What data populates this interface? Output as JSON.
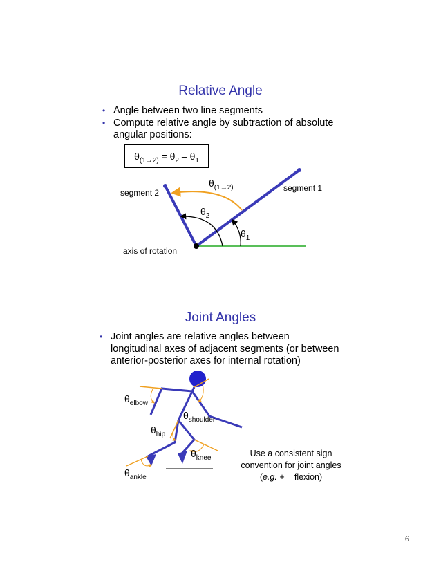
{
  "section1": {
    "title": "Relative Angle",
    "bullets": [
      "Angle between two line segments",
      "Compute relative angle by subtraction of absolute angular positions:"
    ],
    "formula": {
      "lhs_symbol": "θ",
      "lhs_sub": "(1→2)",
      "equals": "=",
      "t2_symbol": "θ",
      "t2_sub": "2",
      "minus": "–",
      "t1_symbol": "θ",
      "t1_sub": "1"
    },
    "labels": {
      "segment1": "segment 1",
      "segment2": "segment 2",
      "axis": "axis of rotation",
      "theta_symbol": "θ",
      "theta12_sub": "(1→2)",
      "theta2_sub": "2",
      "theta1_sub": "1"
    }
  },
  "section2": {
    "title": "Joint Angles",
    "bullets": [
      "Joint angles are relative angles between longitudinal axes of adjacent segments (or between anterior-posterior axes for internal rotation)"
    ],
    "theta_symbol": "θ",
    "joint_labels": {
      "elbow": "elbow",
      "shoulder": "shoulder",
      "hip": "hip",
      "knee": "knee",
      "ankle": "ankle"
    },
    "note_line1": "Use a consistent sign",
    "note_line2": "convention for joint angles",
    "note_eg": "e.g.",
    "note_rest": " + = flexion)",
    "note_open": "("
  },
  "page_number": "6",
  "colors": {
    "title": "#3333aa",
    "segment": "#3a3ab8",
    "angle_arc": "#f0a020",
    "axis_line": "#22aa22",
    "head": "#2222cc"
  }
}
